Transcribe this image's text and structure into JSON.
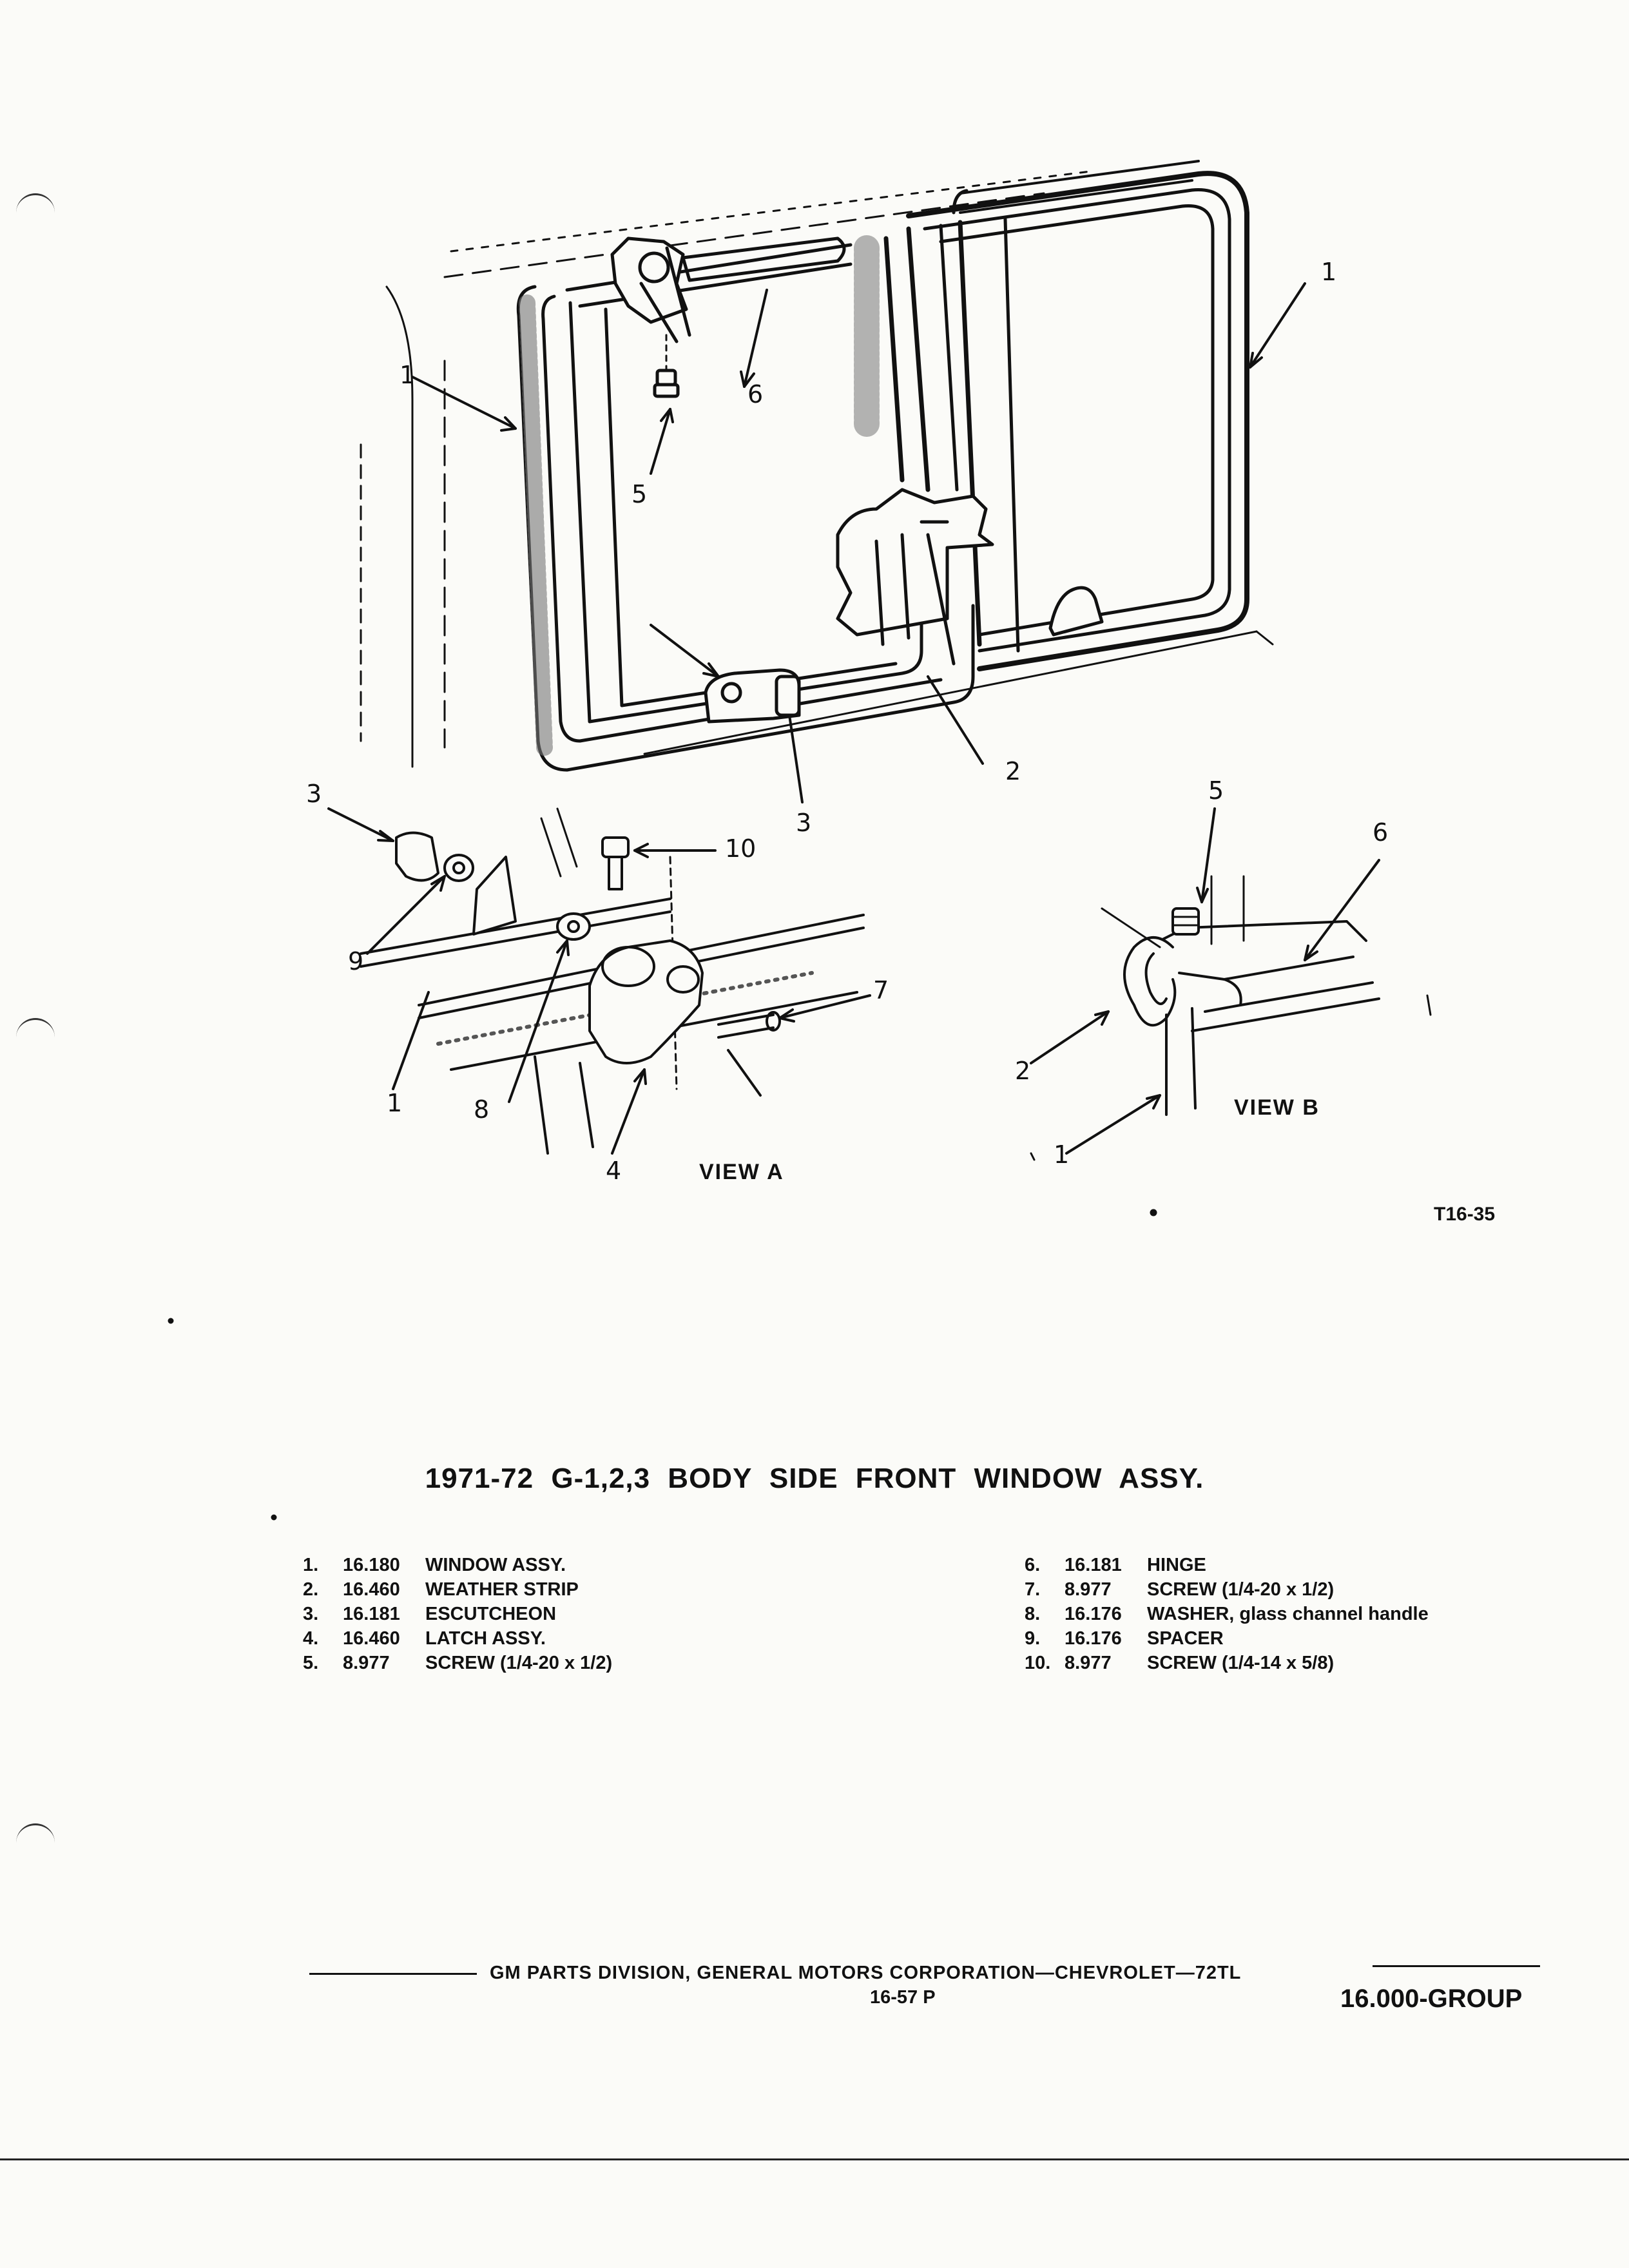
{
  "callouts": {
    "top_1_left": "1",
    "top_1_right": "1",
    "top_2": "2",
    "top_3": "3",
    "top_5": "5",
    "top_6": "6",
    "viewA_1": "1",
    "viewA_3": "3",
    "viewA_4": "4",
    "viewA_7": "7",
    "viewA_8": "8",
    "viewA_9": "9",
    "viewA_10": "10",
    "viewB_1": "1",
    "viewB_2": "2",
    "viewB_5": "5",
    "viewB_6": "6"
  },
  "view_a_label": "VIEW A",
  "view_b_label": "VIEW B",
  "figure_code": "T16-35",
  "title": "1971-72  G-1,2,3  BODY  SIDE  FRONT  WINDOW  ASSY.",
  "parts_left": [
    {
      "num": "1.",
      "code": "16.180",
      "desc": "WINDOW ASSY."
    },
    {
      "num": "2.",
      "code": "16.460",
      "desc": "WEATHER STRIP"
    },
    {
      "num": "3.",
      "code": "16.181",
      "desc": "ESCUTCHEON"
    },
    {
      "num": "4.",
      "code": "16.460",
      "desc": "LATCH ASSY."
    },
    {
      "num": "5.",
      "code": "8.977",
      "desc": "SCREW (1/4-20 x 1/2)"
    }
  ],
  "parts_right": [
    {
      "num": "6.",
      "code": "16.181",
      "desc": "HINGE"
    },
    {
      "num": "7.",
      "code": "8.977",
      "desc": "SCREW (1/4-20 x 1/2)"
    },
    {
      "num": "8.",
      "code": "16.176",
      "desc": "WASHER, glass channel handle"
    },
    {
      "num": "9.",
      "code": "16.176",
      "desc": "SPACER"
    },
    {
      "num": "10.",
      "code": "8.977",
      "desc": "SCREW (1/4-14 x 5/8)"
    }
  ],
  "footer": {
    "text": "GM PARTS DIVISION, GENERAL MOTORS CORPORATION—CHEVROLET—72TL",
    "page": "16-57 P",
    "group": "16.000-GROUP"
  }
}
